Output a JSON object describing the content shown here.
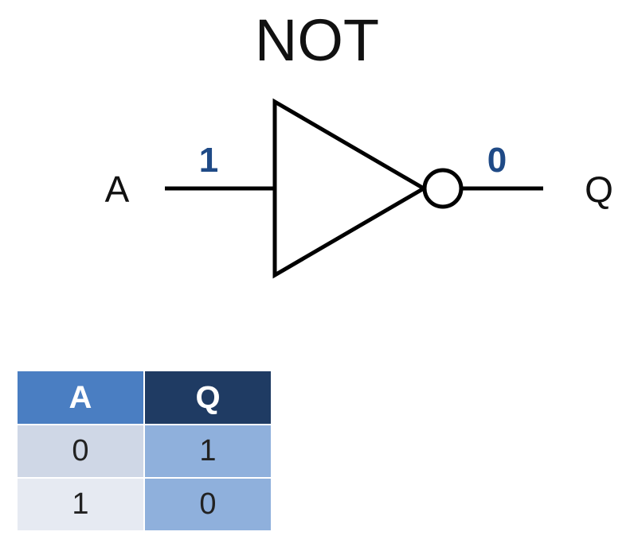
{
  "gate": {
    "title": "NOT",
    "input_label": "A",
    "output_label": "Q",
    "input_value": "1",
    "output_value": "0"
  },
  "truth_table": {
    "headers": [
      "A",
      "Q"
    ],
    "rows": [
      [
        "0",
        "1"
      ],
      [
        "1",
        "0"
      ]
    ]
  },
  "colors": {
    "value_text": "#1f4a86",
    "header_a": "#4a7ec2",
    "header_q": "#1f3b63",
    "cell_q": "#8fb0dc"
  }
}
